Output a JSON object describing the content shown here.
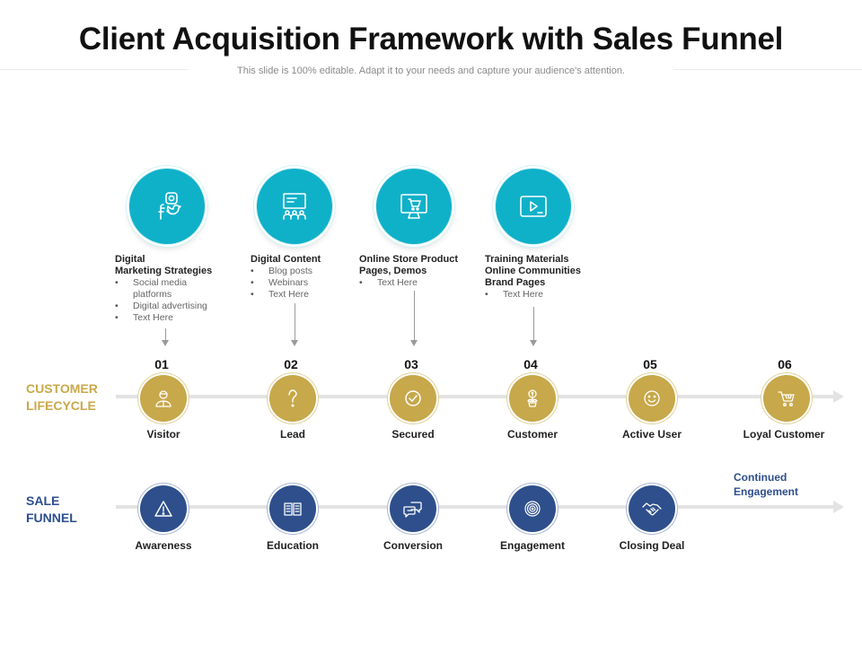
{
  "header": {
    "title": "Client Acquisition Framework with Sales Funnel",
    "subtitle": "This slide is 100% editable. Adapt it to your needs and capture your audience's attention."
  },
  "colors": {
    "teal": "#0fb1c9",
    "gold": "#c7a84a",
    "navy": "#2e4f8c",
    "track": "#e3e3e3"
  },
  "channels": [
    {
      "icon": "social-media-icon",
      "title_lines": [
        "Digital",
        "Marketing Strategies"
      ],
      "bullets": [
        "Social media platforms",
        "Digital advertising",
        "Text Here"
      ]
    },
    {
      "icon": "presentation-icon",
      "title_lines": [
        "Digital Content"
      ],
      "bullets": [
        "Blog posts",
        "Webinars",
        "Text Here"
      ]
    },
    {
      "icon": "online-store-icon",
      "title_lines": [
        "Online Store Product",
        "Pages, Demos"
      ],
      "bullets": [
        "Text Here"
      ]
    },
    {
      "icon": "video-play-icon",
      "title_lines": [
        "Training Materials",
        "Online Communities",
        "Brand Pages"
      ],
      "bullets": [
        "Text Here"
      ]
    }
  ],
  "customer_lifecycle": {
    "label_lines": [
      "CUSTOMER",
      "LIFECYCLE"
    ],
    "steps": [
      {
        "num": "01",
        "label": "Visitor",
        "icon": "user-icon"
      },
      {
        "num": "02",
        "label": "Lead",
        "icon": "question-icon"
      },
      {
        "num": "03",
        "label": "Secured",
        "icon": "check-circle-icon"
      },
      {
        "num": "04",
        "label": "Customer",
        "icon": "money-plant-icon"
      },
      {
        "num": "05",
        "label": "Active User",
        "icon": "smiley-icon"
      },
      {
        "num": "06",
        "label": "Loyal Customer",
        "icon": "shopping-cart-icon"
      }
    ]
  },
  "sale_funnel": {
    "label_lines": [
      "SALE",
      "FUNNEL"
    ],
    "steps": [
      {
        "label": "Awareness",
        "icon": "warning-icon"
      },
      {
        "label": "Education",
        "icon": "book-icon"
      },
      {
        "label": "Conversion",
        "icon": "chat-bubbles-icon"
      },
      {
        "label": "Engagement",
        "icon": "target-icon"
      },
      {
        "label": "Closing Deal",
        "icon": "handshake-icon"
      }
    ],
    "continued_lines": [
      "Continued",
      "Engagement"
    ]
  }
}
